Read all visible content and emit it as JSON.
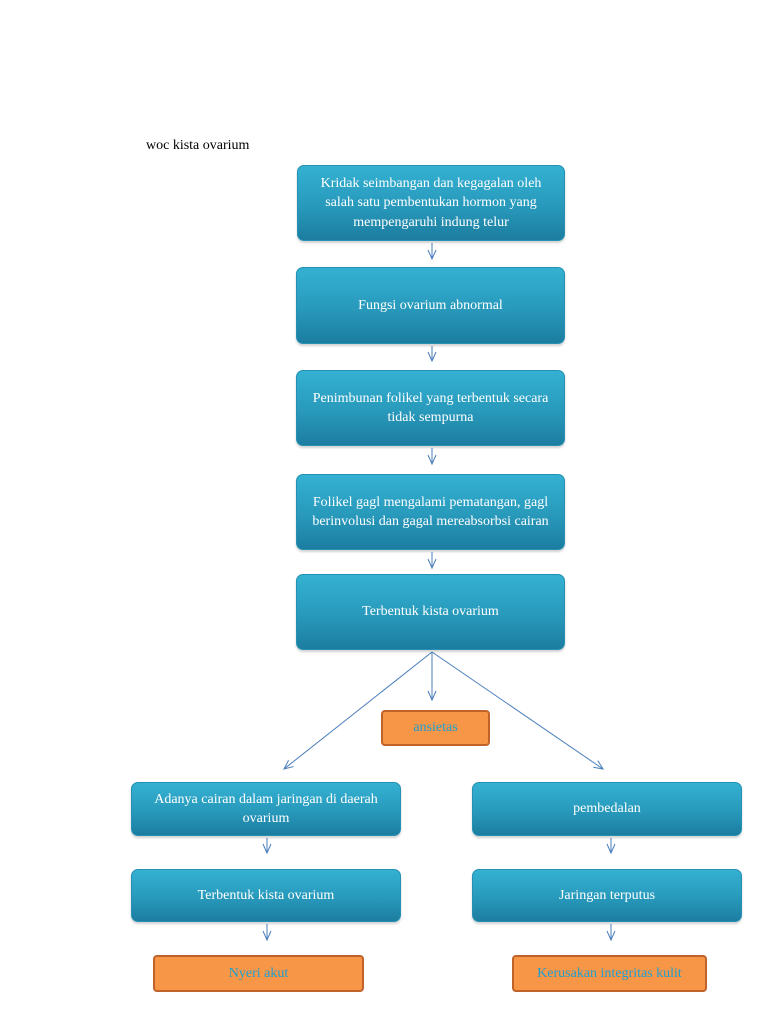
{
  "title": "woc kista ovarium",
  "nodes": {
    "n1": "Kridak seimbangan dan kegagalan oleh salah satu pembentukan hormon yang mempengaruhi indung telur",
    "n2": "Fungsi ovarium abnormal",
    "n3": "Penimbunan folikel yang terbentuk secara tidak sempurna",
    "n4": "Folikel gagl mengalami pematangan, gagl berinvolusi dan gagal mereabsorbsi cairan",
    "n5": "Terbentuk kista ovarium",
    "ansietas": "ansietas",
    "left1": "Adanya cairan  dalam jaringan di daerah ovarium",
    "left2": "Terbentuk kista ovarium",
    "nyeri": "Nyeri akut",
    "right1": "pembedalan",
    "right2": "Jaringan terputus",
    "kerusakan": "Kerusakan integritas kulit"
  },
  "colors": {
    "process_box": "#2899bb",
    "diagnosis_box": "#f79646",
    "diagnosis_text": "#1f9fd0",
    "arrow": "#4a7ebb"
  }
}
